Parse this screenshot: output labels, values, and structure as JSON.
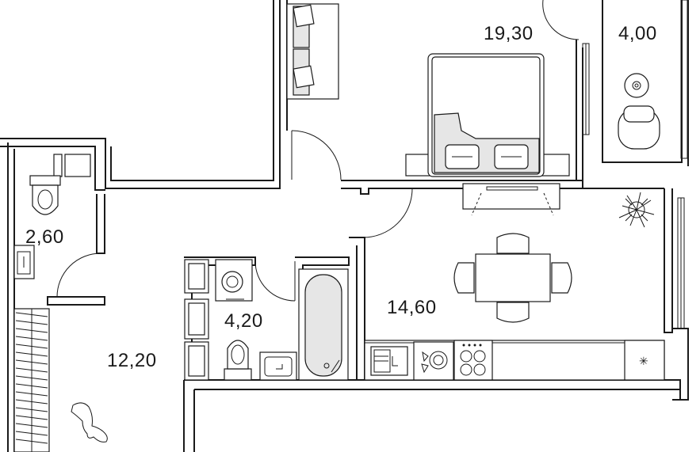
{
  "rooms": [
    {
      "id": "bedroom",
      "area": "19,30"
    },
    {
      "id": "balcony",
      "area": "4,00"
    },
    {
      "id": "toilet",
      "area": "2,60"
    },
    {
      "id": "bathroom",
      "area": "4,20"
    },
    {
      "id": "kitchen-living",
      "area": "14,60"
    },
    {
      "id": "hall",
      "area": "12,20"
    }
  ],
  "kitchen": {
    "fridge_symbol": "✳"
  },
  "colors": {
    "line": "#1a1a1a",
    "fill": "#e6e6e6",
    "background": "#ffffff"
  }
}
